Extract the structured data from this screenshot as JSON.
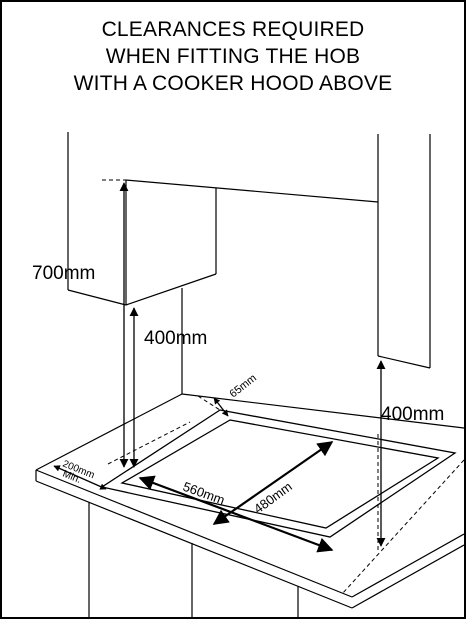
{
  "title_lines": [
    "CLEARANCES REQUIRED",
    "WHEN FITTING THE HOB",
    "WITH A COOKER HOOD ABOVE"
  ],
  "dimensions": {
    "hood_height": "700mm",
    "hood_to_hob": "400mm",
    "side_clearance": "400mm",
    "rear_clearance": "65mm",
    "front_clearance_value": "200mm",
    "front_clearance_qualifier": "Min.",
    "cutout_width": "560mm",
    "cutout_depth": "480mm"
  }
}
